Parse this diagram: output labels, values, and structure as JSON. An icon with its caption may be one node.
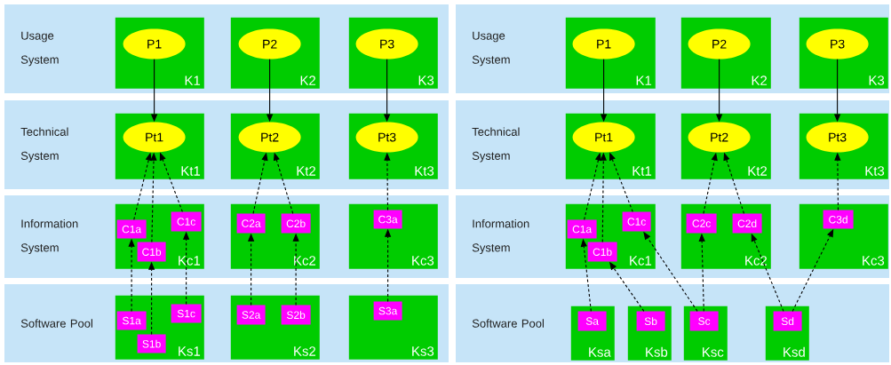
{
  "diagram": {
    "nodes": [
      {
        "text": [
          "Usage System"
        ]
      },
      {
        "text": [
          "K1"
        ],
        "in": 0
      },
      {
        "text": [
          "P1"
        ],
        "in": 1
      },
      {
        "text": [
          "K2"
        ],
        "in": 0
      },
      {
        "text": [
          "P2"
        ],
        "in": 3
      },
      {
        "text": [
          "K3"
        ],
        "in": 0
      },
      {
        "text": [
          "P3"
        ],
        "in": 5
      },
      {
        "text": [
          "Technical System"
        ]
      },
      {
        "text": [
          "Kt1"
        ],
        "in": 7
      },
      {
        "text": [
          "Pt1"
        ],
        "in": 8
      },
      {
        "text": [
          "Kt2"
        ],
        "in": 7
      },
      {
        "text": [
          "Pt2"
        ],
        "in": 10
      },
      {
        "text": [
          "Kt3"
        ],
        "in": 7
      },
      {
        "text": [
          "Pt3"
        ],
        "in": 12
      },
      {
        "text": [
          "Information System"
        ]
      },
      {
        "text": [
          "Kc1"
        ],
        "in": 14
      },
      {
        "text": [
          "C1a"
        ],
        "in": 15
      },
      {
        "text": [
          "C1b"
        ],
        "in": 15
      },
      {
        "text": [
          "C1c"
        ],
        "in": 15
      },
      {
        "text": [
          "Kc2"
        ],
        "in": 14
      },
      {
        "text": [
          "C2a"
        ],
        "in": 19
      },
      {
        "text": [
          "C2b"
        ],
        "in": 19
      },
      {
        "text": [
          "Kc3"
        ],
        "in": 14
      },
      {
        "text": [
          "C3a"
        ],
        "in": 22
      },
      {
        "text": [
          "Software Pool"
        ]
      },
      {
        "text": [
          "Ks1"
        ],
        "in": 24
      },
      {
        "text": [
          "S1a"
        ],
        "in": 25
      },
      {
        "text": [
          "S1b"
        ],
        "in": 25
      },
      {
        "text": [
          "S1c"
        ],
        "in": 25
      },
      {
        "text": [
          "Ks2"
        ],
        "in": 24
      },
      {
        "text": [
          "S2a"
        ],
        "in": 29
      },
      {
        "text": [
          "S2b"
        ],
        "in": 29
      },
      {
        "text": [
          "Ks3"
        ],
        "in": 24
      },
      {
        "text": [
          "S3a"
        ],
        "in": 32
      },
      {
        "text": [
          "Usage System"
        ]
      },
      {
        "text": [
          "K1"
        ],
        "in": 34
      },
      {
        "text": [
          "P1"
        ],
        "in": 35
      },
      {
        "text": [
          "K2"
        ],
        "in": 34
      },
      {
        "text": [
          "P2"
        ],
        "in": 37
      },
      {
        "text": [
          "K3"
        ],
        "in": 34
      },
      {
        "text": [
          "P3"
        ],
        "in": 39
      },
      {
        "text": [
          "Technical System"
        ]
      },
      {
        "text": [
          "Kt1"
        ],
        "in": 41
      },
      {
        "text": [
          "Pt1"
        ],
        "in": 42
      },
      {
        "text": [
          "Kt2"
        ],
        "in": 41
      },
      {
        "text": [
          "Pt2"
        ],
        "in": 44
      },
      {
        "text": [
          "Kt3"
        ],
        "in": 41
      },
      {
        "text": [
          "Pt3"
        ],
        "in": 46
      },
      {
        "text": [
          "Information System"
        ]
      },
      {
        "text": [
          "Kc1"
        ],
        "in": 48
      },
      {
        "text": [
          "C1a"
        ],
        "in": 49
      },
      {
        "text": [
          "C1b"
        ],
        "in": 49
      },
      {
        "text": [
          "C1c"
        ],
        "in": 49
      },
      {
        "text": [
          "Kc2"
        ],
        "in": 48
      },
      {
        "text": [
          "C2c"
        ],
        "in": 53
      },
      {
        "text": [
          "C2d"
        ],
        "in": 53
      },
      {
        "text": [
          "Kc3"
        ],
        "in": 48
      },
      {
        "text": [
          "C3d"
        ],
        "in": 56
      },
      {
        "text": [
          "Software Pool"
        ]
      },
      {
        "text": [
          "Ksa"
        ],
        "in": 58
      },
      {
        "text": [
          "Sa"
        ],
        "in": 59
      },
      {
        "text": [
          "Ksb"
        ],
        "in": 58
      },
      {
        "text": [
          "Sb"
        ],
        "in": 61
      },
      {
        "text": [
          "Ksc"
        ],
        "in": 58
      },
      {
        "text": [
          "Sc"
        ],
        "in": 63
      },
      {
        "text": [
          "Ksd"
        ],
        "in": 58
      },
      {
        "text": [
          "Sd"
        ],
        "in": 65
      }
    ],
    "edges": [
      {
        "from": 2,
        "to": 9,
        "arrow": "to"
      },
      {
        "from": 4,
        "to": 11,
        "arrow": "to"
      },
      {
        "from": 6,
        "to": 13,
        "arrow": "to"
      },
      {
        "from": 16,
        "to": 9,
        "arrow": "to",
        "style": "dashed"
      },
      {
        "from": 17,
        "to": 9,
        "arrow": "to",
        "style": "dashed"
      },
      {
        "from": 18,
        "to": 9,
        "arrow": "to",
        "style": "dashed"
      },
      {
        "from": 20,
        "to": 11,
        "arrow": "to",
        "style": "dashed"
      },
      {
        "from": 21,
        "to": 11,
        "arrow": "to",
        "style": "dashed"
      },
      {
        "from": 23,
        "to": 13,
        "arrow": "to",
        "style": "dashed"
      },
      {
        "from": 26,
        "to": 16,
        "arrow": "to",
        "style": "dashed"
      },
      {
        "from": 27,
        "to": 17,
        "arrow": "to",
        "style": "dashed"
      },
      {
        "from": 28,
        "to": 18,
        "arrow": "to",
        "style": "dashed"
      },
      {
        "from": 30,
        "to": 20,
        "arrow": "to",
        "style": "dashed"
      },
      {
        "from": 31,
        "to": 21,
        "arrow": "to",
        "style": "dashed"
      },
      {
        "from": 33,
        "to": 23,
        "arrow": "to",
        "style": "dashed"
      },
      {
        "from": 36,
        "to": 43,
        "arrow": "to"
      },
      {
        "from": 38,
        "to": 45,
        "arrow": "to"
      },
      {
        "from": 40,
        "to": 47,
        "arrow": "to"
      },
      {
        "from": 50,
        "to": 43,
        "arrow": "to",
        "style": "dashed"
      },
      {
        "from": 51,
        "to": 43,
        "arrow": "to",
        "style": "dashed"
      },
      {
        "from": 52,
        "to": 43,
        "arrow": "to",
        "style": "dashed"
      },
      {
        "from": 54,
        "to": 45,
        "arrow": "to",
        "style": "dashed"
      },
      {
        "from": 55,
        "to": 45,
        "arrow": "to",
        "style": "dashed"
      },
      {
        "from": 57,
        "to": 47,
        "arrow": "to",
        "style": "dashed"
      },
      {
        "from": 60,
        "to": 50,
        "arrow": "to",
        "style": "dashed"
      },
      {
        "from": 62,
        "to": 51,
        "arrow": "to",
        "style": "dashed"
      },
      {
        "from": 64,
        "to": 52,
        "arrow": "to",
        "style": "dashed"
      },
      {
        "from": 64,
        "to": 54,
        "arrow": "to",
        "style": "dashed"
      },
      {
        "from": 66,
        "to": 55,
        "arrow": "to",
        "style": "dashed"
      },
      {
        "from": 66,
        "to": 57,
        "arrow": "to",
        "style": "dashed"
      }
    ]
  }
}
